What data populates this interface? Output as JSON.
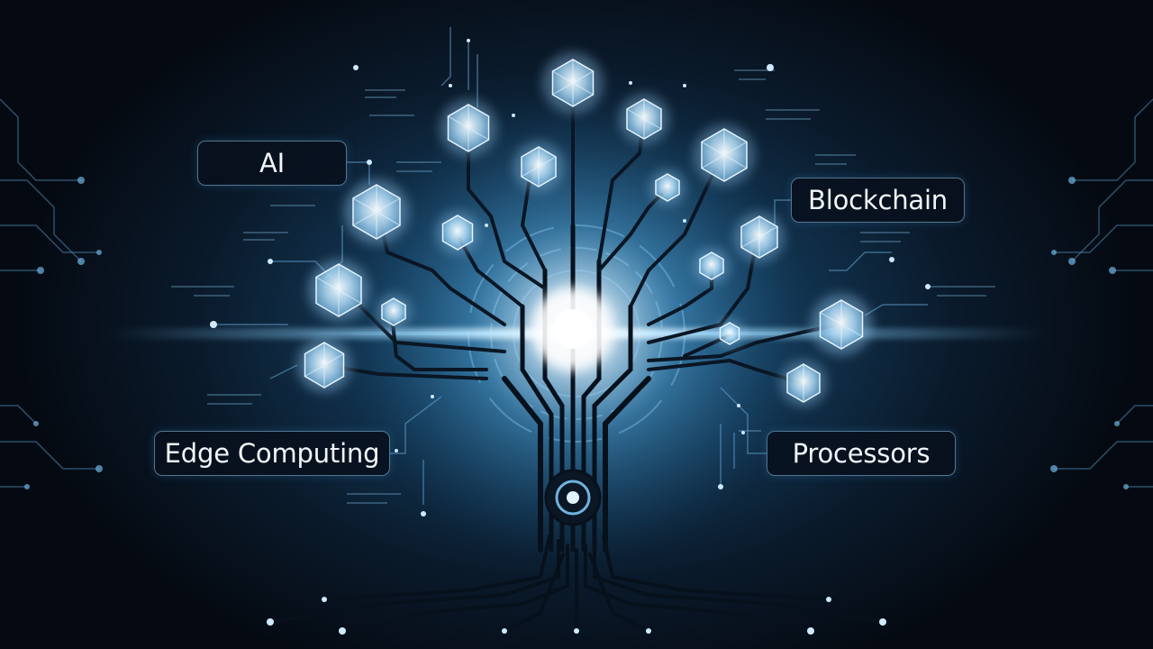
{
  "labels": {
    "ai": "AI",
    "blockchain": "Blockchain",
    "edge_computing": "Edge Computing",
    "processors": "Processors"
  },
  "colors": {
    "background_dark": "#050a12",
    "background_glow": "#1f5c86",
    "circuit_line": "#0b1724",
    "node_glow": "#cfe9ff",
    "accent_cyan": "#7fd0ff"
  }
}
